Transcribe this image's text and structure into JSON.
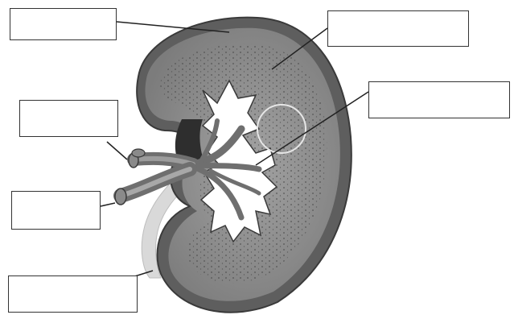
{
  "diagram": {
    "colors": {
      "outline": "#3a3a3a",
      "capsule": "#5e5e5e",
      "cortex": "#8d8d8d",
      "medulla_dots": "#4a4a4a",
      "pelvis": "#ffffff",
      "vessels": "#6f6f6f",
      "vessel_light": "#a8a8a8",
      "ureter": "#d9d9d9",
      "leader_line": "#222222"
    },
    "labels": [
      {
        "id": "label-capsule-box",
        "text": ""
      },
      {
        "id": "label-cortex-box",
        "text": ""
      },
      {
        "id": "label-pelvis-box",
        "text": ""
      },
      {
        "id": "label-renal-artery-box",
        "text": ""
      },
      {
        "id": "label-renal-vein-box",
        "text": ""
      },
      {
        "id": "label-ureter-box",
        "text": ""
      }
    ]
  }
}
